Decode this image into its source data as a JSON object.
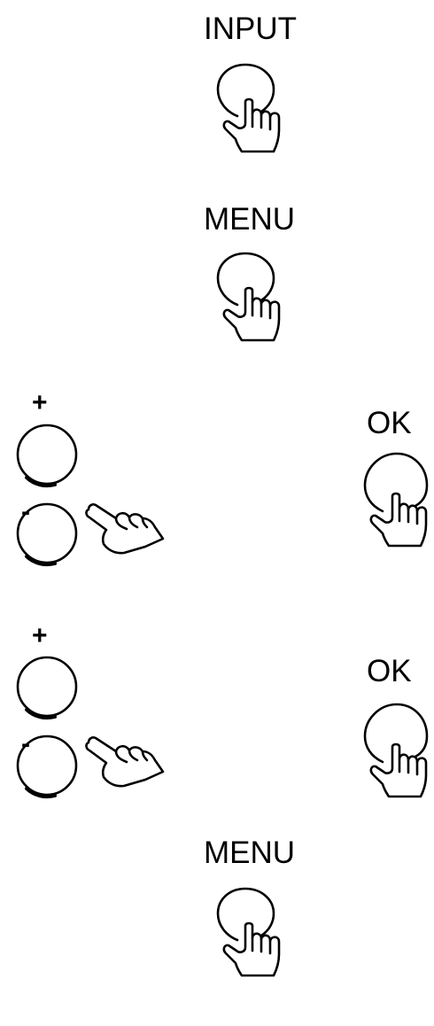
{
  "steps": [
    {
      "button_label": "INPUT"
    },
    {
      "button_label": "MENU"
    },
    {
      "plus_label": "+",
      "minus_label": "-",
      "ok_label": "OK"
    },
    {
      "plus_label": "+",
      "minus_label": "-",
      "ok_label": "OK"
    },
    {
      "button_label": "MENU"
    }
  ],
  "icons": {
    "pressing_hand": "pressing-hand-icon",
    "pointing_hand": "pointing-hand-icon",
    "round_button": "round-button-icon"
  }
}
